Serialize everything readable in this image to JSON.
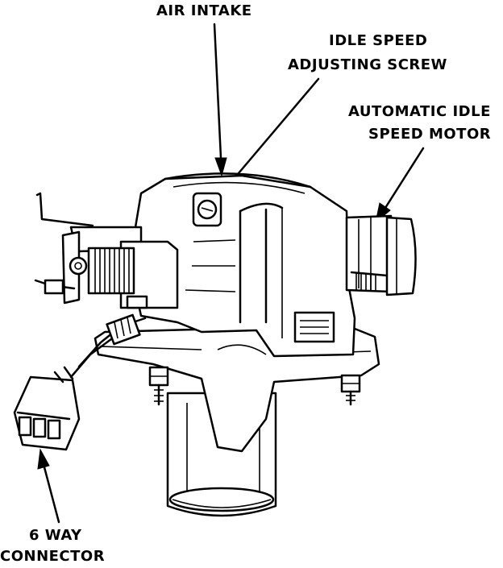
{
  "labels": {
    "air_intake": "AIR INTAKE",
    "idle_speed_line1": "IDLE SPEED",
    "idle_speed_line2": "ADJUSTING SCREW",
    "ais_motor_line1": "AUTOMATIC IDLE",
    "ais_motor_line2": "SPEED MOTOR",
    "connector_line1": "6 WAY",
    "connector_line2": "CONNECTOR"
  }
}
